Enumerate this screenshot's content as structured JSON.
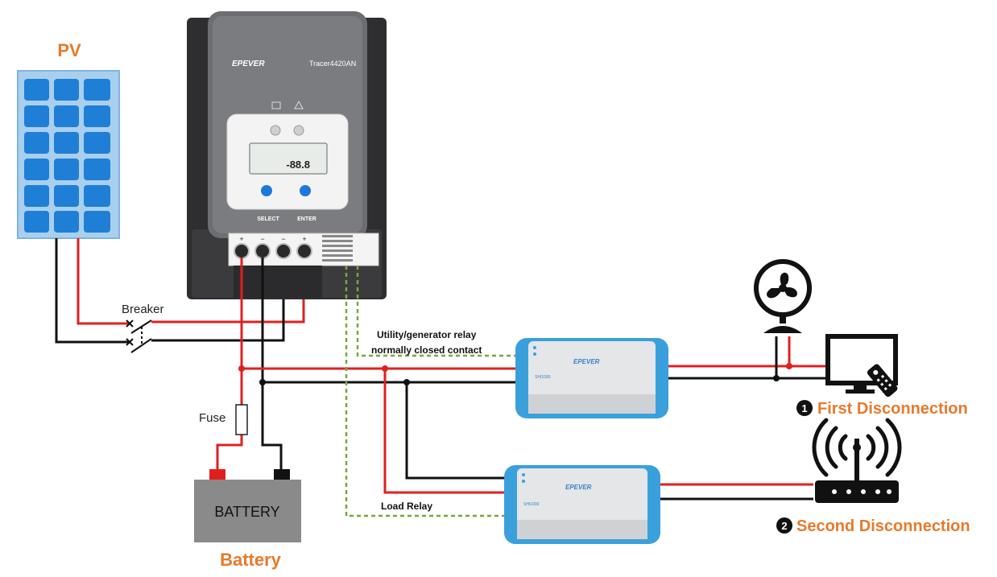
{
  "labels": {
    "pv": "PV",
    "breaker": "Breaker",
    "fuse": "Fuse",
    "battery_box": "BATTERY",
    "battery_caption": "Battery",
    "utility_relay_line1": "Utility/generator relay",
    "utility_relay_line2": "normally closed contact",
    "load_relay": "Load Relay",
    "first_disconnection": "First Disconnection",
    "second_disconnection": "Second Disconnection",
    "first_num": "1",
    "second_num": "2"
  },
  "controller": {
    "brand": "EPEVER",
    "model": "Tracer4420AN",
    "select_label": "SELECT",
    "enter_label": "ENTER",
    "lcd_value": "-88.8",
    "terminal_marks": [
      "+",
      "−",
      "−",
      "+"
    ]
  },
  "inverters": {
    "brand": "EPEVER",
    "model_1": "SHI1000",
    "model_2": "SHI1000"
  },
  "colors": {
    "accent_orange": "#e8792b",
    "wire_red": "#e02020",
    "wire_black": "#111111",
    "relay_green": "#7aa63a",
    "panel_blue": "#1f7fd6",
    "inverter_blue": "#3aa0dc"
  },
  "icons": [
    "solar-panel-icon",
    "fan-icon",
    "tv-icon",
    "remote-icon",
    "router-icon"
  ]
}
